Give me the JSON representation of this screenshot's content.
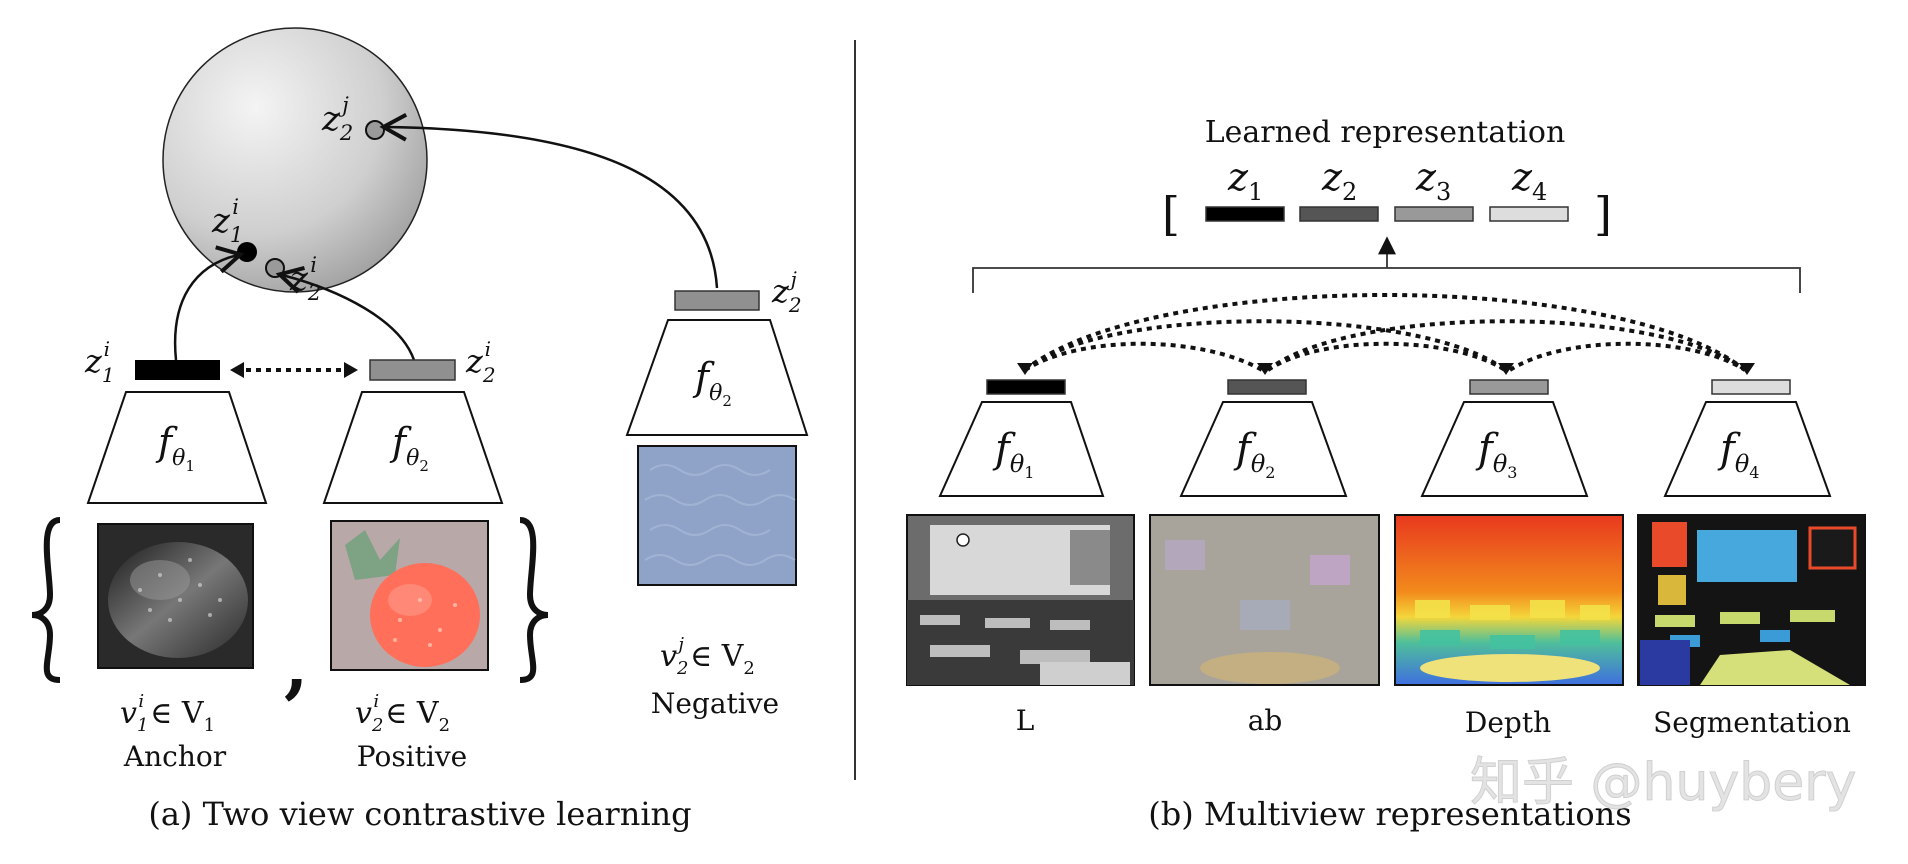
{
  "panel_a": {
    "caption": "(a) Two view contrastive learning",
    "sphere_labels": {
      "z1i": {
        "base": "z",
        "sub": "1",
        "sup": "i"
      },
      "z2i": {
        "base": "z",
        "sub": "2",
        "sup": "i"
      },
      "z2j": {
        "base": "z",
        "sub": "2",
        "sup": "j"
      }
    },
    "encoders": [
      {
        "f": "f",
        "sub": "θ",
        "subsub": "1"
      },
      {
        "f": "f",
        "sub": "θ",
        "subsub": "2"
      },
      {
        "f": "f",
        "sub": "θ",
        "subsub": "2"
      }
    ],
    "feature_labels": {
      "anchor": {
        "base": "z",
        "sub": "1",
        "sup": "i"
      },
      "positive": {
        "base": "z",
        "sub": "2",
        "sup": "i"
      },
      "negative": {
        "base": "z",
        "sub": "2",
        "sup": "j"
      }
    },
    "views": {
      "anchor": {
        "var": "v",
        "sub": "1",
        "sup": "i",
        "set": "∈ V",
        "setsub": "1",
        "name": "Anchor"
      },
      "positive": {
        "var": "v",
        "sub": "2",
        "sup": "i",
        "set": "∈ V",
        "setsub": "2",
        "name": "Positive"
      },
      "negative": {
        "var": "v",
        "sub": "2",
        "sup": "j",
        "set": "∈ V",
        "setsub": "2",
        "name": "Negative"
      }
    },
    "comma": ","
  },
  "panel_b": {
    "caption": "(b) Multiview representations",
    "title": "Learned representation",
    "bracket_open": "[",
    "bracket_close": "]",
    "latents": [
      {
        "base": "z",
        "sub": "1",
        "color": "#000000"
      },
      {
        "base": "z",
        "sub": "2",
        "color": "#555555"
      },
      {
        "base": "z",
        "sub": "3",
        "color": "#999999"
      },
      {
        "base": "z",
        "sub": "4",
        "color": "#dddddd"
      }
    ],
    "encoders": [
      {
        "f": "f",
        "sub": "θ",
        "subsub": "1"
      },
      {
        "f": "f",
        "sub": "θ",
        "subsub": "2"
      },
      {
        "f": "f",
        "sub": "θ",
        "subsub": "3"
      },
      {
        "f": "f",
        "sub": "θ",
        "subsub": "4"
      }
    ],
    "view_labels": [
      "L",
      "ab",
      "Depth",
      "Segmentation"
    ]
  },
  "watermark": "知乎 @huybery"
}
